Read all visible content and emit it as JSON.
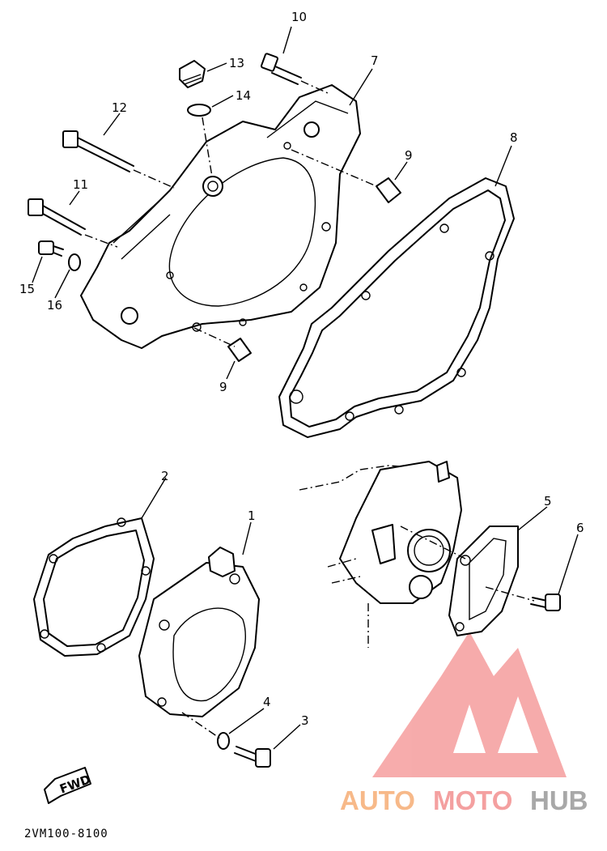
{
  "diagram_code": "2VM100-8100",
  "fwd_label": "FWD",
  "callouts": {
    "p1": "1",
    "p2": "2",
    "p3": "3",
    "p4": "4",
    "p5": "5",
    "p6": "6",
    "p7": "7",
    "p8": "8",
    "p9a": "9",
    "p9b": "9",
    "p10": "10",
    "p11": "11",
    "p12": "12",
    "p13": "13",
    "p14": "14",
    "p15": "15",
    "p16": "16"
  },
  "watermark": {
    "part1": "AUTO",
    "part2": "MOTO",
    "part3": "HUB",
    "colors": {
      "auto": "#f7b989",
      "moto": "#f4a0a0",
      "hub": "#a8a8a8",
      "logo": "#f28b8b"
    }
  }
}
